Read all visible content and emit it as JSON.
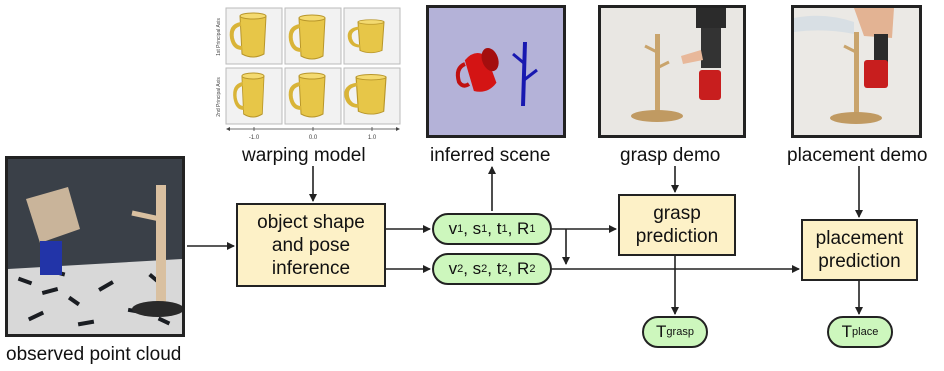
{
  "captions": {
    "warping_model": "warping model",
    "inferred_scene": "inferred scene",
    "grasp_demo": "grasp demo",
    "placement_demo": "placement demo",
    "observed_point_cloud": "observed point cloud"
  },
  "warping_axes": {
    "row1_label": "1st Principal Axis",
    "row2_label": "2nd Principal Axis",
    "ticks": [
      "-1.0",
      "0.0",
      "1.0"
    ]
  },
  "boxes": {
    "inference_line1": "object shape",
    "inference_line2": "and pose",
    "inference_line3": "inference",
    "grasp_line1": "grasp",
    "grasp_line2": "prediction",
    "placement_line1": "placement",
    "placement_line2": "prediction"
  },
  "pills": {
    "obj1": {
      "v": "v",
      "s": "s",
      "t": "t",
      "r": "R",
      "sub": "1"
    },
    "obj2": {
      "v": "v",
      "s": "s",
      "t": "t",
      "r": "R",
      "sub": "2"
    },
    "t_grasp": {
      "main": "T",
      "sub": "grasp"
    },
    "t_place": {
      "main": "T",
      "sub": "place"
    }
  },
  "colors": {
    "box_fill": "#fdf1c7",
    "pill_fill": "#cdf7bd",
    "mug_yellow": "#e7c648",
    "scene_bg": "#b4b2d8",
    "scene_mug": "#d41414",
    "scene_stand": "#1818b0"
  }
}
